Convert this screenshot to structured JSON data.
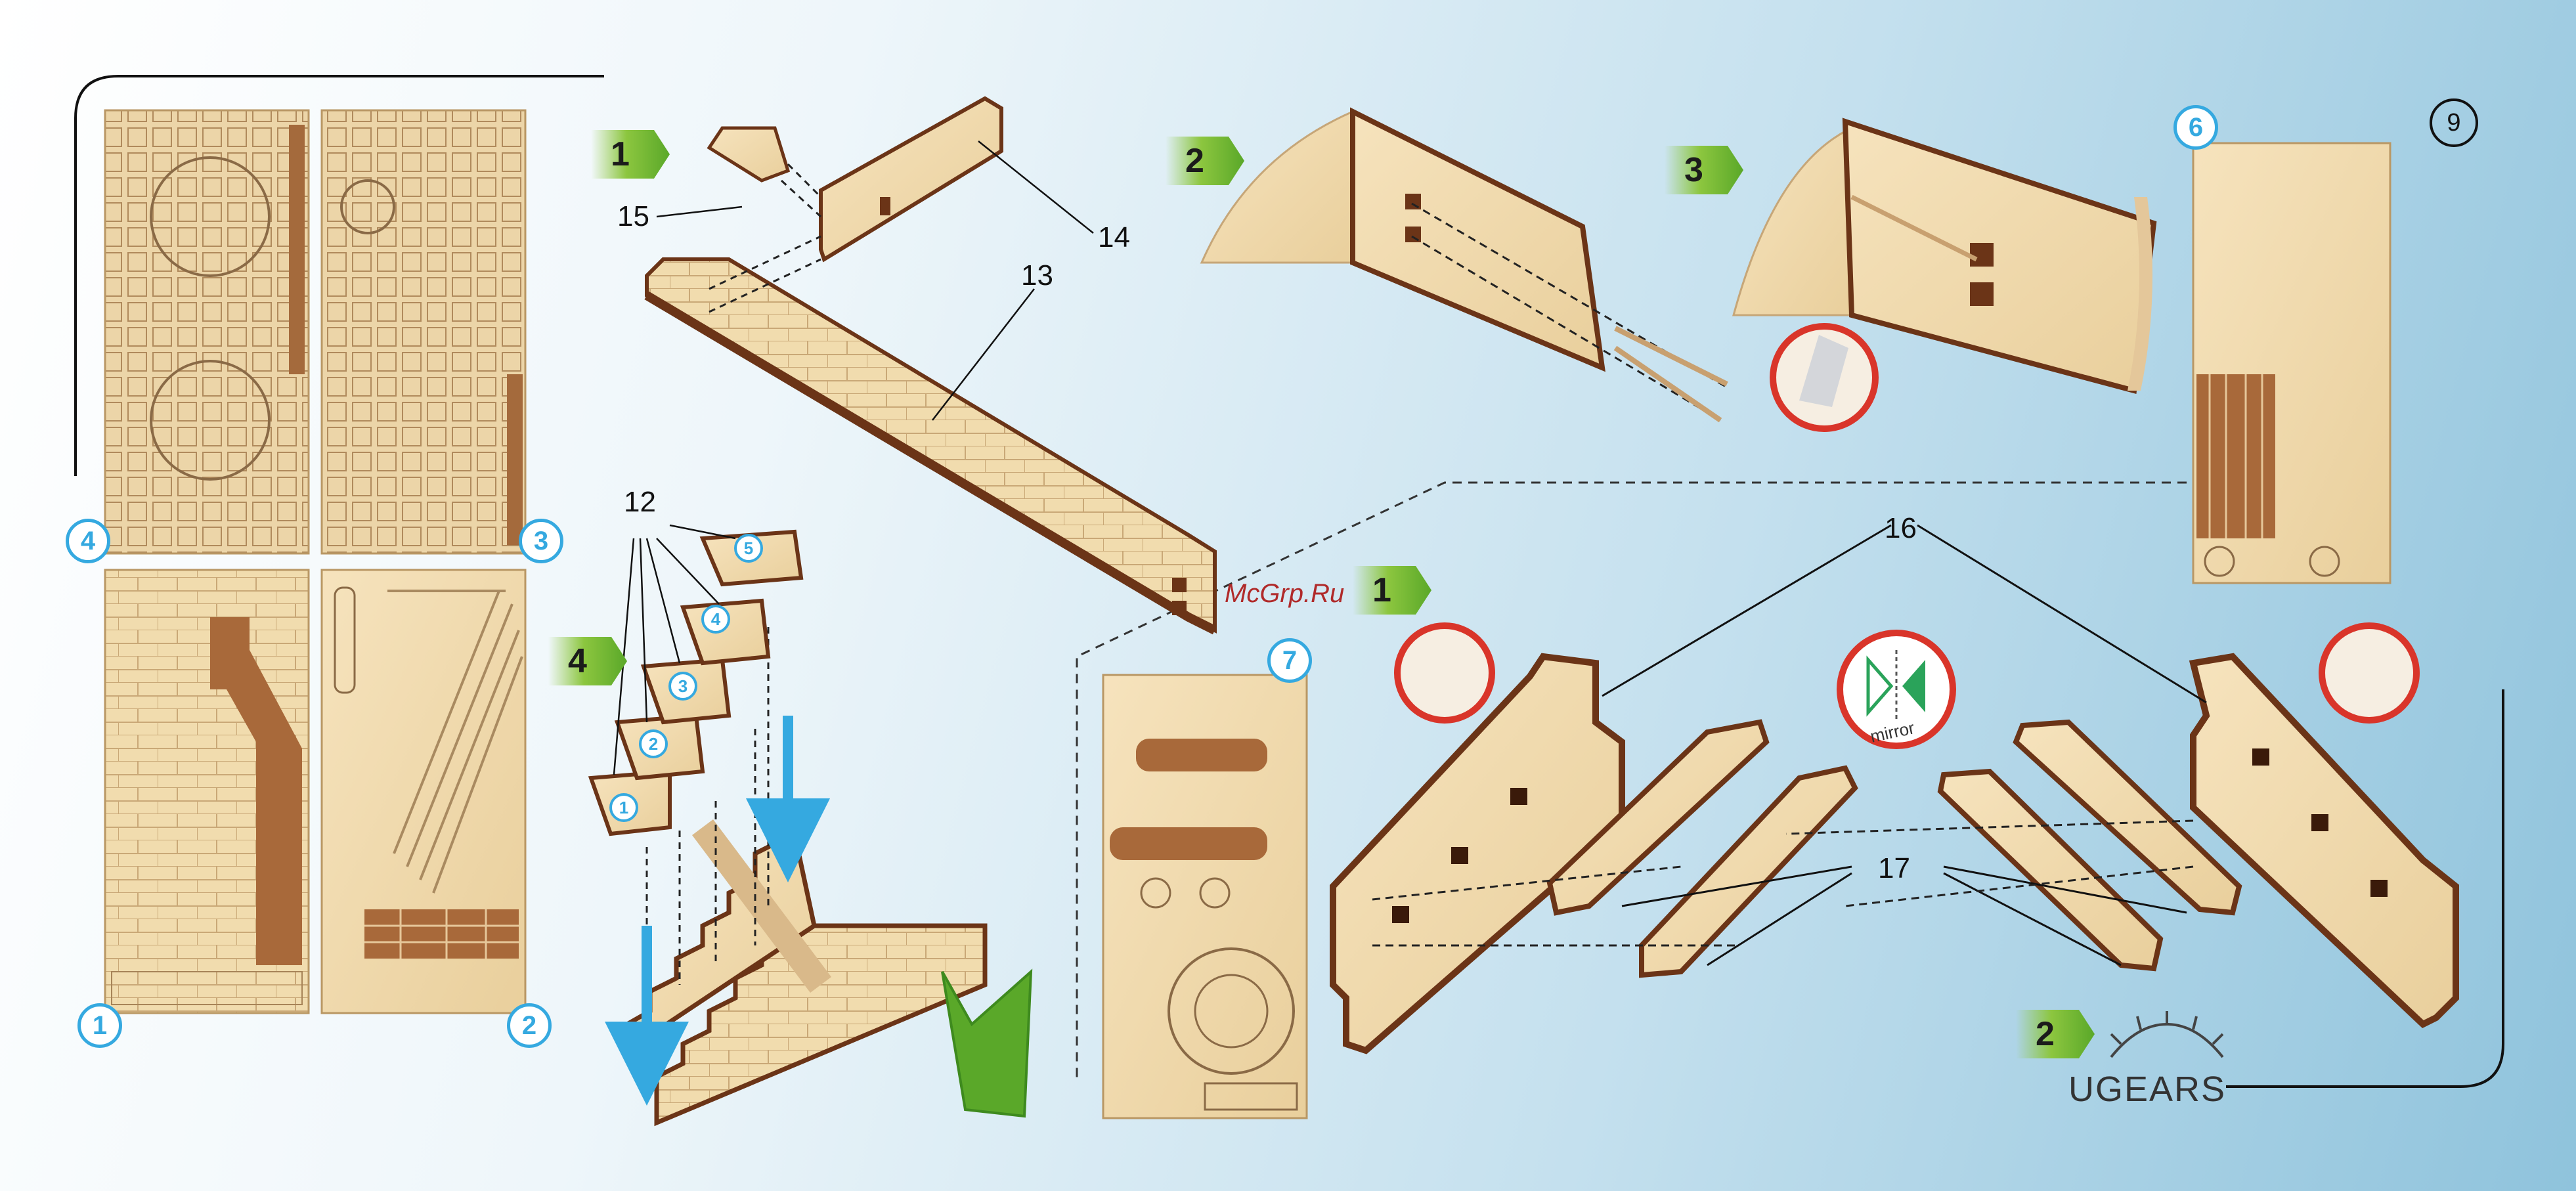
{
  "page_number": "9",
  "sheets": {
    "s1": "1",
    "s2": "2",
    "s3": "3",
    "s4": "4",
    "s6": "6",
    "s7": "7"
  },
  "steps": {
    "a1": "1",
    "a2": "2",
    "a3": "3",
    "a4": "4",
    "b1": "1",
    "b2": "2"
  },
  "part_labels": {
    "p12": "12",
    "p13": "13",
    "p14": "14",
    "p15": "15",
    "p16": "16",
    "p17": "17"
  },
  "small_parts": [
    "1",
    "2",
    "3",
    "4",
    "5"
  ],
  "mirror_label": "mirror",
  "watermark": "McGrp.Ru",
  "brand": "UGEARS",
  "colors": {
    "wood_light": "#efd7a8",
    "wood_edge": "#6b3417",
    "accent_blue": "#35a9e0",
    "step_green": "#8cc63f",
    "stop_red": "#d9352a"
  }
}
